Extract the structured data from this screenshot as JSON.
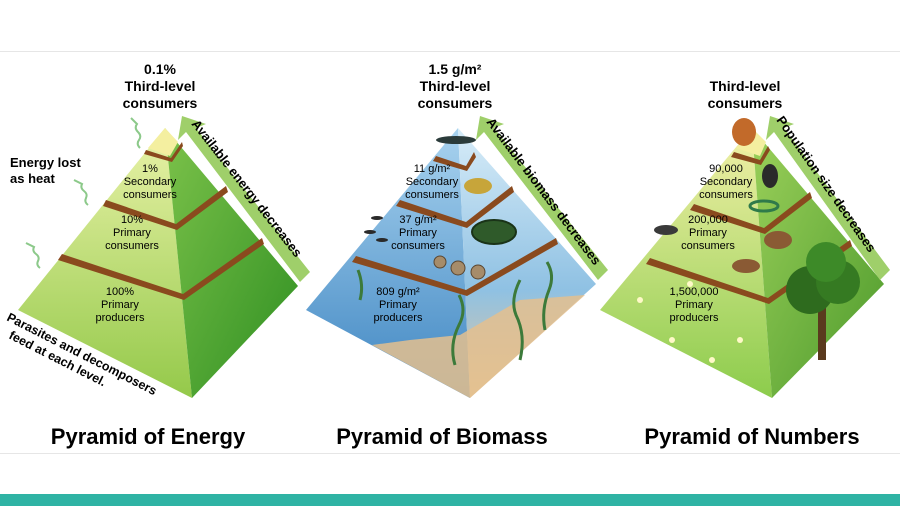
{
  "energy": {
    "top_value": "0.1%",
    "top_label_1": "Third-level",
    "top_label_2": "consumers",
    "secondary_pct": "1%",
    "secondary_label_1": "Secondary",
    "secondary_label_2": "consumers",
    "primary_pct": "10%",
    "primary_label_1": "Primary",
    "primary_label_2": "consumers",
    "producer_pct": "100%",
    "producer_label_1": "Primary",
    "producer_label_2": "producers",
    "heat_label_1": "Energy lost",
    "heat_label_2": "as heat",
    "arrow_label": "Available energy decreases",
    "parasites_1": "Parasites and decomposers",
    "parasites_2": "feed at each level.",
    "title": "Pyramid of Energy"
  },
  "biomass": {
    "top_value": "1.5 g/m²",
    "top_label_1": "Third-level",
    "top_label_2": "consumers",
    "secondary_value": "11 g/m²",
    "secondary_label_1": "Secondary",
    "secondary_label_2": "consumers",
    "primary_value": "37 g/m²",
    "primary_label_1": "Primary",
    "primary_label_2": "consumers",
    "producer_value": "809 g/m²",
    "producer_label_1": "Primary",
    "producer_label_2": "producers",
    "arrow_label": "Available biomass decreases",
    "title": "Pyramid of Biomass"
  },
  "numbers": {
    "top_label_1": "Third-level",
    "top_label_2": "consumers",
    "secondary_value": "90,000",
    "secondary_label_1": "Secondary",
    "secondary_label_2": "consumers",
    "primary_value": "200,000",
    "primary_label_1": "Primary",
    "primary_label_2": "consumers",
    "producer_value": "1,500,000",
    "producer_label_1": "Primary",
    "producer_label_2": "producers",
    "arrow_label": "Population size decreases",
    "title": "Pyramid of Numbers"
  },
  "colors": {
    "accent_bar": "#2fb3a4",
    "energy_front": "#b5d96a",
    "energy_side": "#3f9e2a",
    "band": "#8a4a1e",
    "water": "#4f93c8",
    "grass": "#9fd35a",
    "arrow": "#9fcf6a"
  }
}
